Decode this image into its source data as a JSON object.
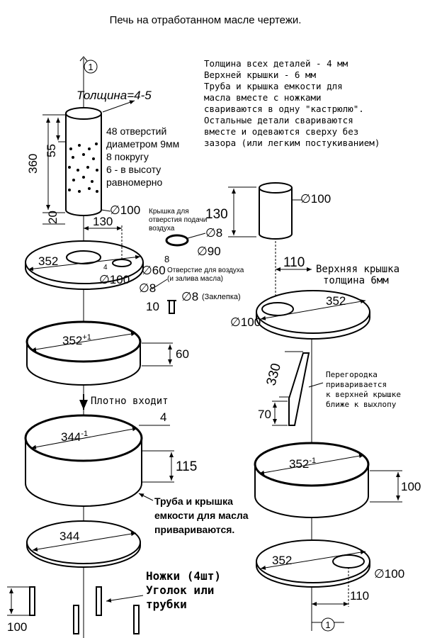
{
  "title": "Печь на отработанном масле чертежи.",
  "general_note": [
    "Толщина всех деталей - 4 мм",
    "Верхней крышки - 6 мм",
    "Труба и крышка емкости для",
    "масла вместе с ножками",
    "свариваются в одну \"кастрюлю\".",
    "Остальные детали свариваются",
    "вместе и одеваются сверху без",
    "зазора (или легким постукиванием)"
  ],
  "axis_marker": "1",
  "pipe": {
    "thickness": "Толщина=4-5",
    "height": "360",
    "holes_offset": "55",
    "bottom_offset": "20",
    "diameter": "∅100",
    "holes_note": [
      "48 отверстий",
      "диаметром 9мм",
      "8 покругу",
      "6 - в высоту",
      "равномерно"
    ]
  },
  "lower_lid": {
    "diameter": "352",
    "offset": "130",
    "hole_big": "∅100",
    "hole_small": "∅60",
    "gap": "4",
    "cap_label": [
      "Крышка для",
      "отверстия подачи",
      "воздуха"
    ],
    "cap_d_inner": "∅8",
    "cap_d_outer": "∅90",
    "cap_small": "8",
    "air_hole_label": [
      "Отверстие для воздуха",
      "(и залива масла)"
    ],
    "air_hole_d": "∅8",
    "rivet_d": "∅8",
    "rivet_label": "(Заклепка)",
    "rivet_len": "10"
  },
  "upper_ring": {
    "diameter": "352",
    "sup": "+1",
    "height": "60"
  },
  "fit_note": "Плотно входит",
  "tank": {
    "diameter": "344",
    "sup": "-1",
    "height": "115",
    "wall": "4"
  },
  "weld_note": [
    "Труба и крышка",
    "емкости для масла",
    "привариваются."
  ],
  "tank_bottom": {
    "diameter": "344"
  },
  "legs": {
    "label": [
      "Ножки (4шт)",
      "Уголок или",
      "трубки"
    ],
    "height": "100"
  },
  "top_pipe": {
    "height": "130",
    "diameter": "∅100"
  },
  "top_lid": {
    "offset": "110",
    "label": [
      "Верхняя крышка",
      "толщина 6мм"
    ],
    "diameter": "352",
    "hole": "∅100"
  },
  "partition": {
    "length": "330",
    "height": "70",
    "label": [
      "Перегородка",
      "приваривается",
      "к верхней крышке",
      "ближе к выхлопу"
    ]
  },
  "upper_chamber": {
    "diameter": "352",
    "sup": "-1",
    "height": "100"
  },
  "upper_bottom": {
    "diameter": "352",
    "hole": "∅100",
    "offset": "110"
  },
  "colors": {
    "ink": "#000000",
    "paper": "#ffffff"
  }
}
